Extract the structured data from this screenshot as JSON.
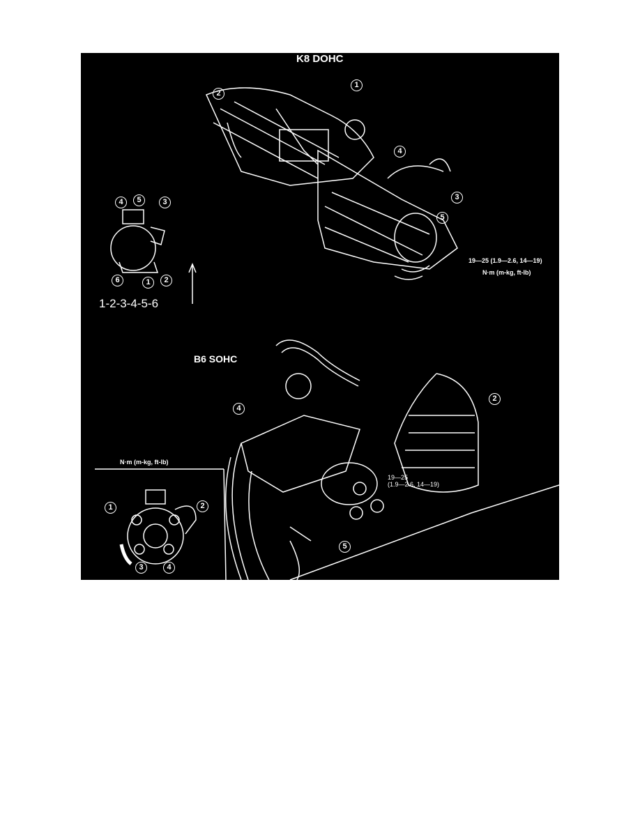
{
  "figure": {
    "top_section": {
      "title": "K8 DOHC",
      "torque_value": "19—25 (1.9—2.6, 14—19)",
      "torque_units": "N·m (m-kg, ft-lb)",
      "sequence_callouts": [
        "4",
        "5",
        "3",
        "6",
        "1",
        "2"
      ],
      "tightening_order": "1-2-3-4-5-6",
      "part_callouts": [
        "1",
        "2",
        "3",
        "4",
        "5"
      ]
    },
    "bottom_section": {
      "title": "B6 SOHC",
      "torque_value_line1": "19—25",
      "torque_value_line2": "(1.9—2.6, 14—19)",
      "inset_units": "N·m (m-kg, ft-lb)",
      "inset_callouts": [
        "1",
        "2",
        "3",
        "4"
      ],
      "part_callouts": [
        "2",
        "4",
        "5"
      ]
    },
    "colors": {
      "background": "#000000",
      "linework": "#ffffff"
    }
  }
}
